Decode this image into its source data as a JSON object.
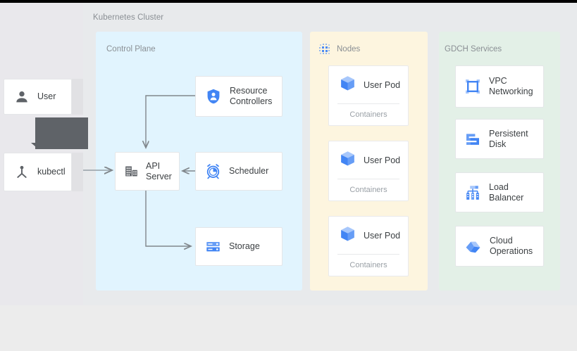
{
  "diagram": {
    "title": "Kubernetes Cluster",
    "colors": {
      "canvas": "#ececec",
      "panel": "#e8eaec",
      "control_plane": "#e1f4fe",
      "nodes": "#fdf5df",
      "services": "#e3f0e7",
      "accent_blue": "#4285f4",
      "icon_gray": "#5f6368",
      "label_gray": "#8a8f94",
      "text": "#3c4043",
      "connector": "#80868b"
    }
  },
  "actors": {
    "items": [
      {
        "label": "User",
        "icon": "person-icon"
      },
      {
        "label": "kubectl",
        "icon": "kubectl-icon"
      }
    ],
    "tooltip": {
      "text": "",
      "visible": true
    }
  },
  "zones": {
    "control_plane": {
      "label": "Control Plane",
      "cards": [
        {
          "label": "API\nServer",
          "icon": "api-server-icon"
        },
        {
          "label": "Resource\nControllers",
          "icon": "shield-person-icon"
        },
        {
          "label": "Scheduler",
          "icon": "alarm-clock-icon"
        },
        {
          "label": "Storage",
          "icon": "storage-rack-icon"
        }
      ]
    },
    "nodes": {
      "label": "Nodes",
      "icon": "dotted-grid-icon",
      "pods": [
        {
          "label": "User Pod",
          "sub": "Containers",
          "icon": "cube-icon"
        },
        {
          "label": "User Pod",
          "sub": "Containers",
          "icon": "cube-icon"
        },
        {
          "label": "User Pod",
          "sub": "Containers",
          "icon": "cube-icon"
        }
      ]
    },
    "services": {
      "label": "GDCH Services",
      "cards": [
        {
          "label": "VPC\nNetworking",
          "icon": "vpc-networking-icon"
        },
        {
          "label": "Persistent\nDisk",
          "icon": "persistent-disk-icon"
        },
        {
          "label": "Load\nBalancer",
          "icon": "load-balancer-icon"
        },
        {
          "label": "Cloud\nOperations",
          "icon": "cloud-operations-icon"
        }
      ]
    }
  },
  "connections": [
    {
      "from": "kubectl",
      "to": "API Server",
      "style": "arrow-right"
    },
    {
      "from": "Resource Controllers",
      "to": "API Server",
      "style": "elbow-arrow-down"
    },
    {
      "from": "Scheduler",
      "to": "API Server",
      "style": "arrow-left"
    },
    {
      "from": "API Server",
      "to": "Storage",
      "style": "elbow-arrow-right"
    }
  ]
}
